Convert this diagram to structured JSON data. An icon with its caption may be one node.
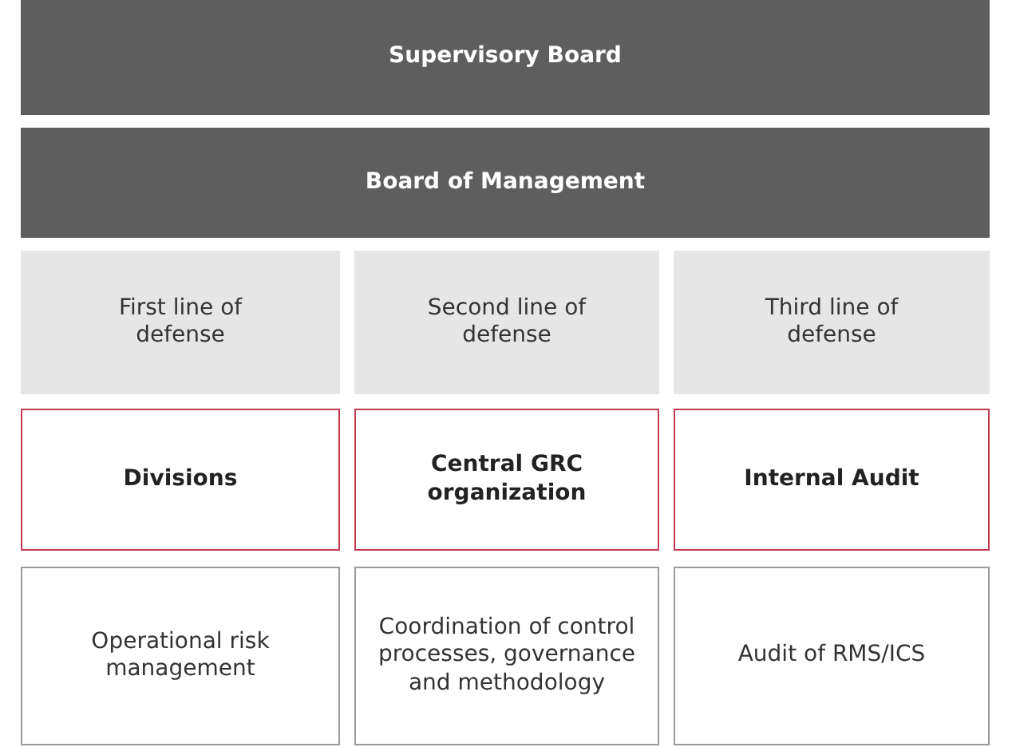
{
  "diagram": {
    "nodes": [
      {
        "text": [
          "Supervisory Board"
        ]
      },
      {
        "text": [
          "Board of Management"
        ]
      },
      {
        "text": [
          "First line of defense"
        ]
      },
      {
        "text": [
          "Second line of defense"
        ]
      },
      {
        "text": [
          "Third line of defense"
        ]
      },
      {
        "text": [
          "Divisions"
        ]
      },
      {
        "text": [
          "Central GRC organization"
        ]
      },
      {
        "text": [
          "Internal Audit"
        ]
      },
      {
        "text": [
          "Operational risk management"
        ]
      },
      {
        "text": [
          "Coordination of control processes, governance and methodology"
        ]
      },
      {
        "text": [
          "Audit of RMS/ICS"
        ]
      }
    ]
  }
}
